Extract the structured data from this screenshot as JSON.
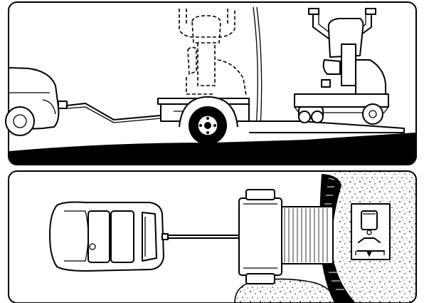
{
  "figure": {
    "panels": [
      {
        "id": "side-view",
        "depicts": [
          "tow-vehicle",
          "trailer",
          "mower",
          "loading-ramp"
        ]
      },
      {
        "id": "top-view",
        "depicts": [
          "tow-vehicle",
          "trailer",
          "mower",
          "curb",
          "gravel"
        ]
      }
    ],
    "ramp_marker_symbol": "▼",
    "colors": {
      "line": "#000000",
      "background": "#ffffff"
    }
  }
}
